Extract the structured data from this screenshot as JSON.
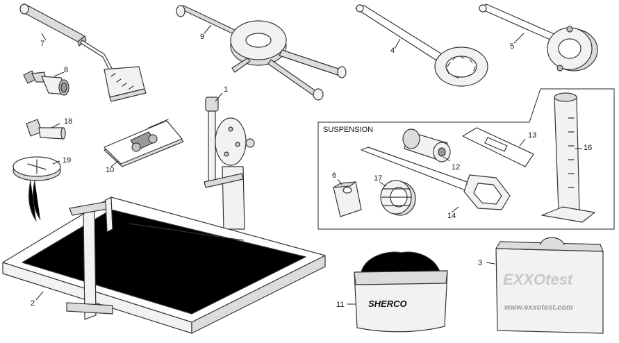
{
  "suspension_group": {
    "label": "SUSPENSION"
  },
  "parts": [
    {
      "id": "1",
      "label": "1"
    },
    {
      "id": "2",
      "label": "2"
    },
    {
      "id": "3",
      "label": "3"
    },
    {
      "id": "4",
      "label": "4"
    },
    {
      "id": "5",
      "label": "5"
    },
    {
      "id": "6",
      "label": "6"
    },
    {
      "id": "7",
      "label": "7"
    },
    {
      "id": "8",
      "label": "8"
    },
    {
      "id": "9",
      "label": "9"
    },
    {
      "id": "10",
      "label": "10"
    },
    {
      "id": "11",
      "label": "11"
    },
    {
      "id": "12",
      "label": "12"
    },
    {
      "id": "13",
      "label": "13"
    },
    {
      "id": "14",
      "label": "14"
    },
    {
      "id": "16",
      "label": "16"
    },
    {
      "id": "17",
      "label": "17"
    },
    {
      "id": "18",
      "label": "18"
    },
    {
      "id": "19",
      "label": "19"
    }
  ],
  "bag": {
    "brand": "SHERCO"
  },
  "case": {
    "brand": "EXXOtest",
    "url": "www.exxotest.com"
  },
  "colors": {
    "line": "#222222",
    "shade_light": "#f2f2f2",
    "shade_mid": "#dcdcdc",
    "shade_dark": "#9a9a9a"
  }
}
